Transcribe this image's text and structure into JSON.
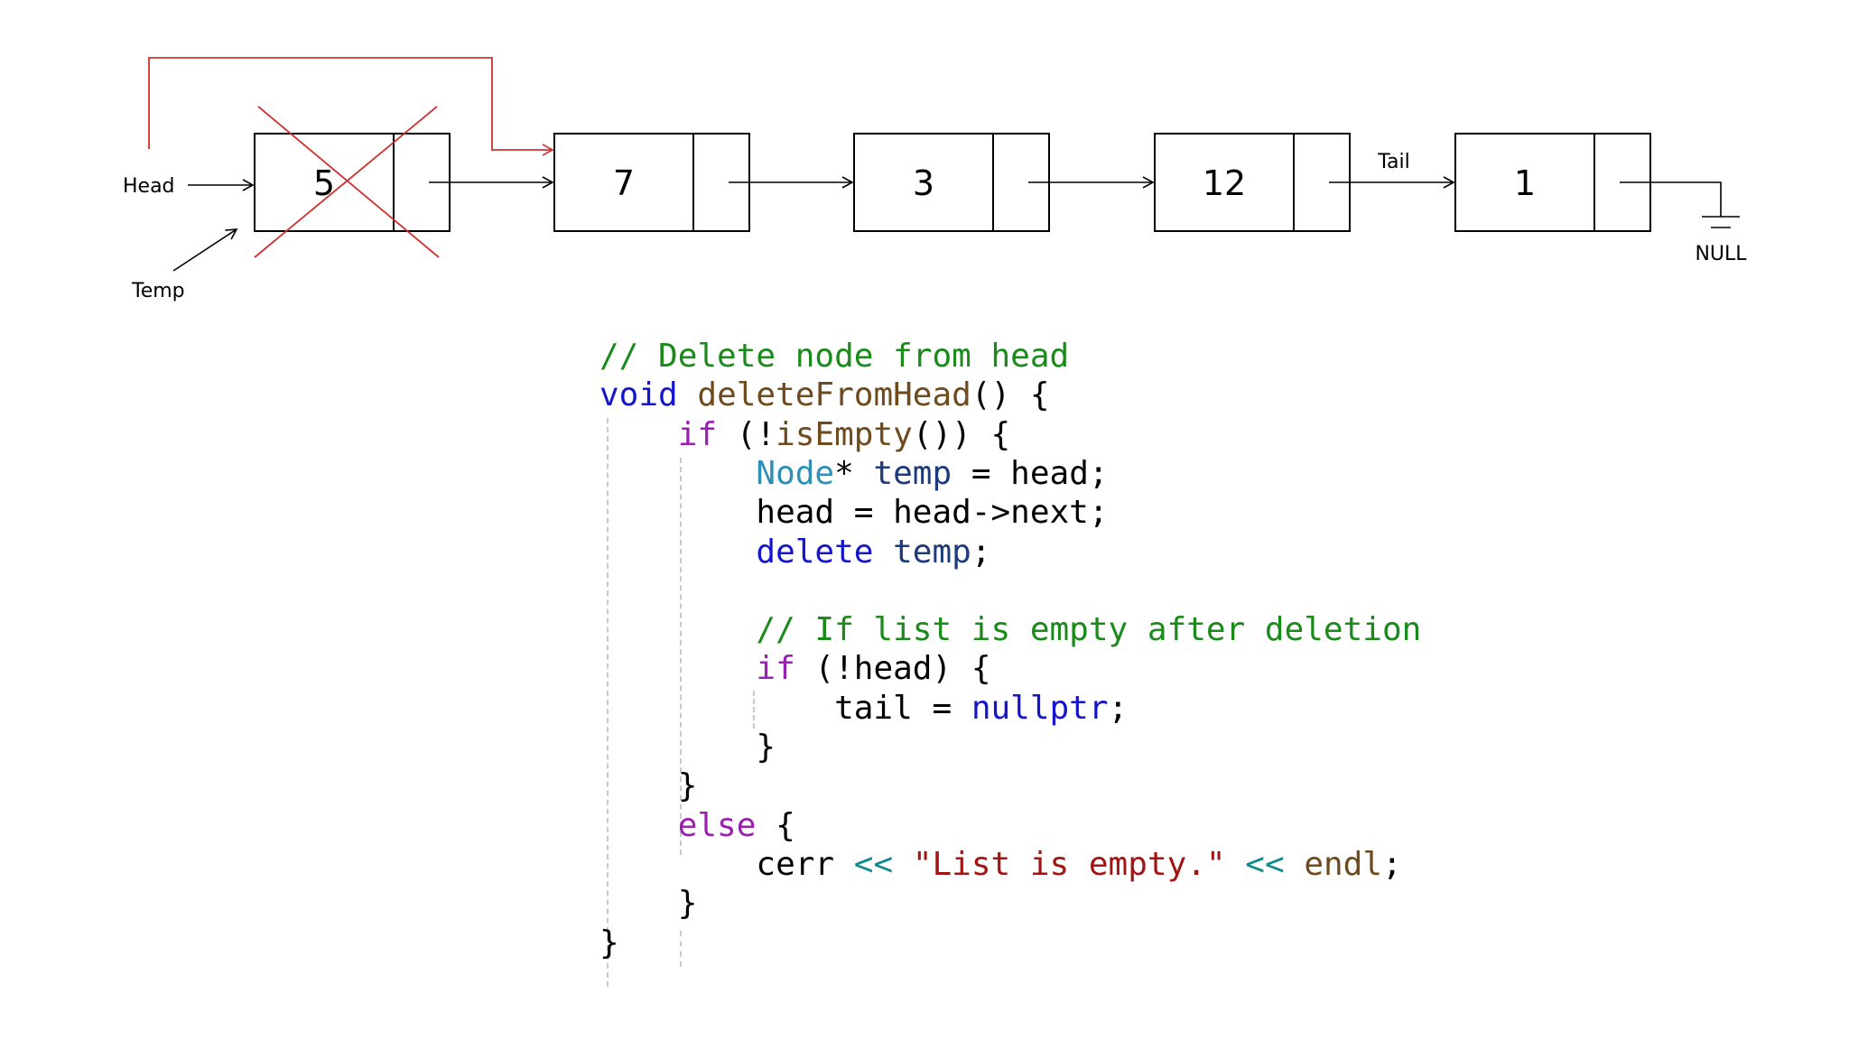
{
  "diagram": {
    "nodes": [
      "5",
      "7",
      "3",
      "12",
      "1"
    ],
    "labels": {
      "head": "Head",
      "temp": "Temp",
      "tail": "Tail",
      "null": "NULL"
    },
    "deleted_node_index": 0,
    "colors": {
      "bypass_arrow": "#d03030",
      "cross": "#d03030",
      "ink": "#000000"
    }
  },
  "code": {
    "lines": [
      [
        {
          "c": "cmt",
          "t": "// Delete node from head"
        }
      ],
      [
        {
          "c": "kw",
          "t": "void"
        },
        {
          "c": "",
          "t": " "
        },
        {
          "c": "fn",
          "t": "deleteFromHead"
        },
        {
          "c": "",
          "t": "() {"
        }
      ],
      [
        {
          "c": "",
          "t": "    "
        },
        {
          "c": "ctl",
          "t": "if"
        },
        {
          "c": "",
          "t": " (!"
        },
        {
          "c": "fn",
          "t": "isEmpty"
        },
        {
          "c": "",
          "t": "()) {"
        }
      ],
      [
        {
          "c": "",
          "t": "        "
        },
        {
          "c": "typ",
          "t": "Node"
        },
        {
          "c": "",
          "t": "* "
        },
        {
          "c": "var",
          "t": "temp"
        },
        {
          "c": "",
          "t": " = head;"
        }
      ],
      [
        {
          "c": "",
          "t": "        head = head->next;"
        }
      ],
      [
        {
          "c": "",
          "t": "        "
        },
        {
          "c": "kw",
          "t": "delete"
        },
        {
          "c": "",
          "t": " "
        },
        {
          "c": "var",
          "t": "temp"
        },
        {
          "c": "",
          "t": ";"
        }
      ],
      [],
      [
        {
          "c": "",
          "t": "        "
        },
        {
          "c": "cmt",
          "t": "// If list is empty after deletion"
        }
      ],
      [
        {
          "c": "",
          "t": "        "
        },
        {
          "c": "ctl",
          "t": "if"
        },
        {
          "c": "",
          "t": " (!head) {"
        }
      ],
      [
        {
          "c": "",
          "t": "            tail = "
        },
        {
          "c": "kw",
          "t": "nullptr"
        },
        {
          "c": "",
          "t": ";"
        }
      ],
      [
        {
          "c": "",
          "t": "        }"
        }
      ],
      [
        {
          "c": "",
          "t": "    }"
        }
      ],
      [
        {
          "c": "",
          "t": "    "
        },
        {
          "c": "ctl",
          "t": "else"
        },
        {
          "c": "",
          "t": " {"
        }
      ],
      [
        {
          "c": "",
          "t": "        cerr "
        },
        {
          "c": "op",
          "t": "<<"
        },
        {
          "c": "",
          "t": " "
        },
        {
          "c": "str",
          "t": "\"List is empty.\""
        },
        {
          "c": "",
          "t": " "
        },
        {
          "c": "op",
          "t": "<<"
        },
        {
          "c": "",
          "t": " "
        },
        {
          "c": "fn",
          "t": "endl"
        },
        {
          "c": "",
          "t": ";"
        }
      ],
      [
        {
          "c": "",
          "t": "    }"
        }
      ],
      [
        {
          "c": "",
          "t": "}"
        }
      ]
    ]
  }
}
